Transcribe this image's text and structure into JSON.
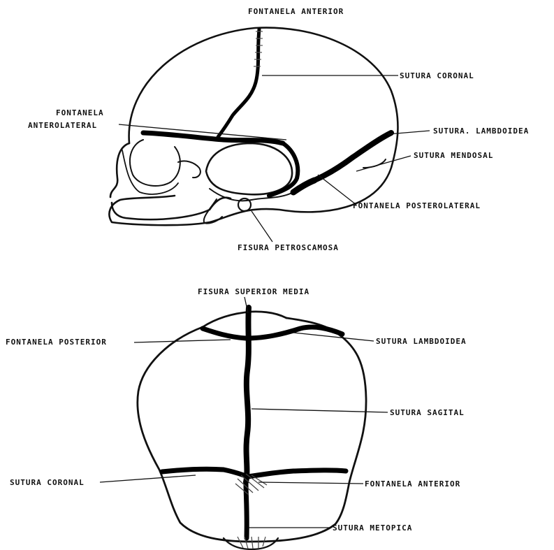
{
  "colors": {
    "ink": "#111111",
    "paper": "#ffffff"
  },
  "lateral_view": {
    "labels": {
      "fontanela_anterior": "FONTANELA ANTERIOR",
      "sutura_coronal": "SUTURA CORONAL",
      "fontanela_anterolateral_1": "FONTANELA",
      "fontanela_anterolateral_2": "ANTEROLATERAL",
      "sutura_lambdoidea": "SUTURA. LAMBDOIDEA",
      "sutura_mendosal": "SUTURA MENDOSAL",
      "fontanela_posterolateral": "FONTANELA POSTEROLATERAL",
      "fisura_petroscamosa": "FISURA PETROSCAMOSA"
    }
  },
  "superior_view": {
    "labels": {
      "fisura_superior_media": "FISURA SUPERIOR MEDIA",
      "fontanela_posterior": "FONTANELA POSTERIOR",
      "sutura_lambdoidea": "SUTURA LAMBDOIDEA",
      "sutura_sagital": "SUTURA SAGITAL",
      "sutura_coronal": "SUTURA CORONAL",
      "fontanela_anterior": "FONTANELA ANTERIOR",
      "sutura_metopica": "SUTURA METOPICA"
    }
  }
}
